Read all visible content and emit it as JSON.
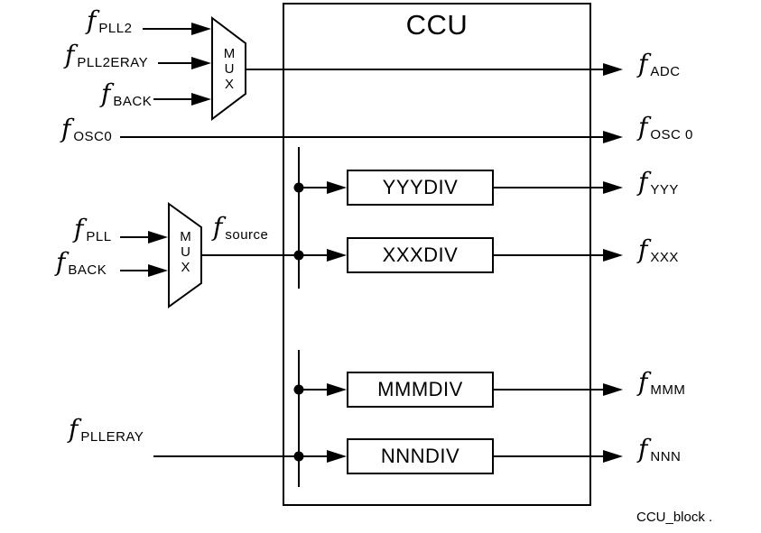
{
  "title": "CCU",
  "caption": "CCU_block .",
  "colors": {
    "line": "#000000",
    "background": "#ffffff"
  },
  "mux": {
    "letters": [
      "M",
      "U",
      "X"
    ]
  },
  "dividers": [
    {
      "label": "YYYDIV"
    },
    {
      "label": "XXXDIV"
    },
    {
      "label": "MMMDIV"
    },
    {
      "label": "NNNDIV"
    }
  ],
  "signals": {
    "pll2": {
      "base": "f",
      "sub": "PLL2"
    },
    "pll2eray": {
      "base": "f",
      "sub": "PLL2ERAY"
    },
    "back_top": {
      "base": "f",
      "sub": "BACK"
    },
    "osc0_in": {
      "base": "f",
      "sub": "OSC0"
    },
    "pll": {
      "base": "f",
      "sub": "PLL"
    },
    "back_mid": {
      "base": "f",
      "sub": "BACK"
    },
    "source": {
      "base": "f",
      "sub": "source"
    },
    "plleray": {
      "base": "f",
      "sub": "PLLERAY"
    },
    "adc": {
      "base": "f",
      "sub": "ADC"
    },
    "osc0_out": {
      "base": "f",
      "sub": "OSC 0"
    },
    "yyy": {
      "base": "f",
      "sub": "YYY"
    },
    "xxx": {
      "base": "f",
      "sub": "XXX"
    },
    "mmm": {
      "base": "f",
      "sub": "MMM"
    },
    "nnn": {
      "base": "f",
      "sub": "NNN"
    }
  }
}
